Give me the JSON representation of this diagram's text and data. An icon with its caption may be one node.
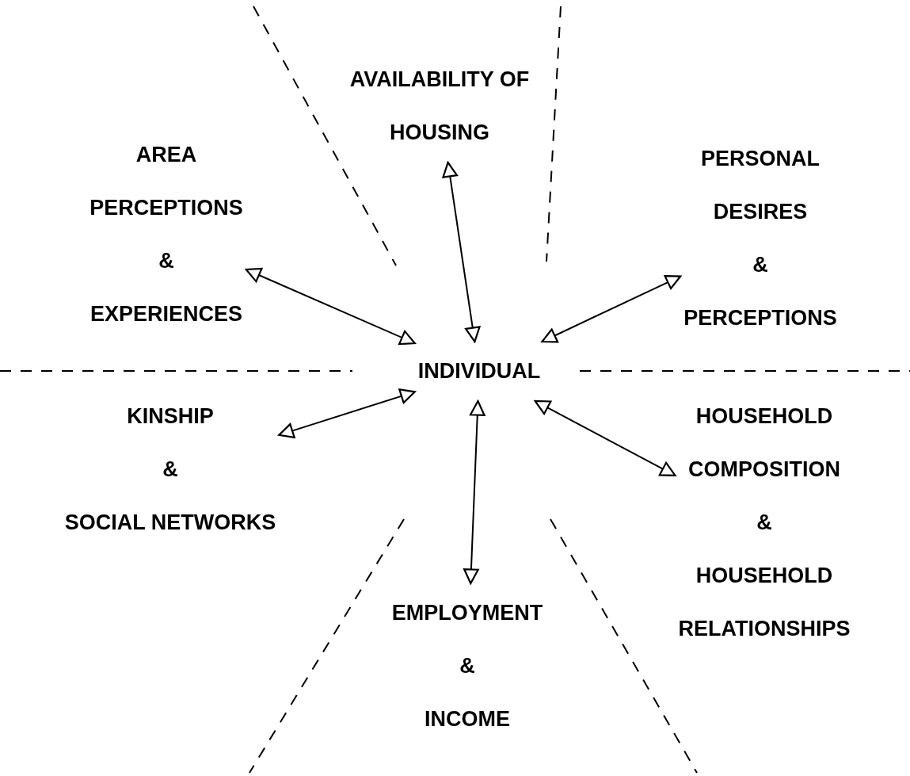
{
  "diagram": {
    "nodes": [
      {
        "text": [
          "INDIVIDUAL"
        ]
      },
      {
        "text": [
          "AVAILABILITY OF HOUSING"
        ]
      },
      {
        "text": [
          "AREA PERCEPTIONS & EXPERIENCES"
        ]
      },
      {
        "text": [
          "PERSONAL DESIRES & PERCEPTIONS"
        ]
      },
      {
        "text": [
          "KINSHIP & SOCIAL NETWORKS"
        ]
      },
      {
        "text": [
          "HOUSEHOLD COMPOSITION & HOUSEHOLD RELATIONSHIPS"
        ]
      },
      {
        "text": [
          "EMPLOYMENT & INCOME"
        ]
      }
    ],
    "edges": [
      {
        "from": 0,
        "to": 1,
        "arrow": "both"
      },
      {
        "from": 0,
        "to": 2,
        "arrow": "both"
      },
      {
        "from": 0,
        "to": 3,
        "arrow": "both"
      },
      {
        "from": 0,
        "to": 4,
        "arrow": "both"
      },
      {
        "from": 0,
        "to": 5,
        "arrow": "both"
      },
      {
        "from": 0,
        "to": 6,
        "arrow": "both"
      }
    ]
  }
}
